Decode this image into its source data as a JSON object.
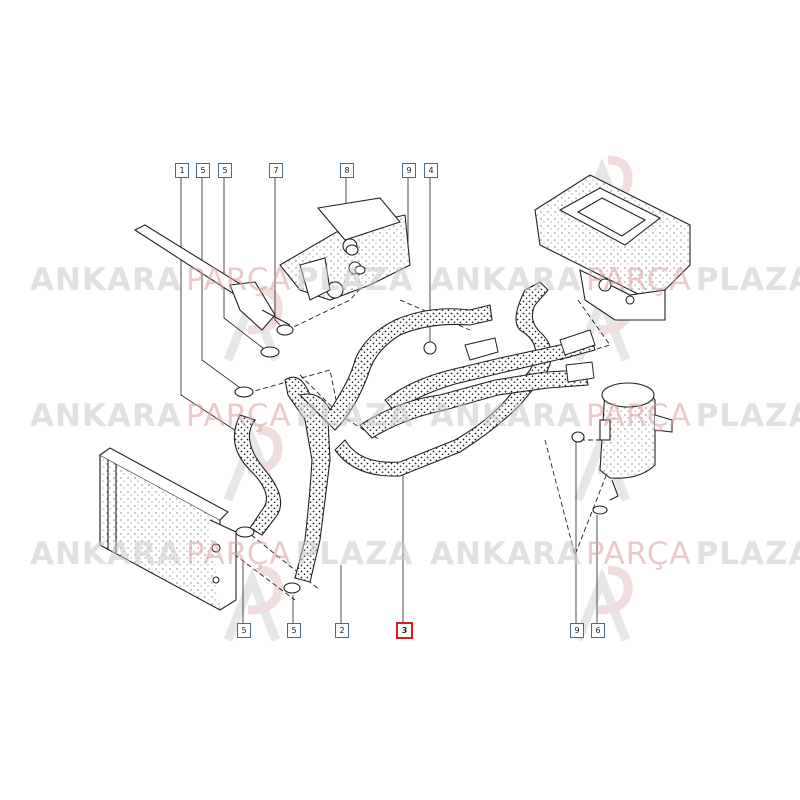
{
  "watermark": {
    "left": "ANKARA",
    "middle": "PARÇA",
    "right": "PLAZA",
    "brand_color": "#d9a0a0"
  },
  "callouts": {
    "top": [
      "1",
      "5",
      "5",
      "7",
      "8",
      "9",
      "4"
    ],
    "bottom": [
      "5",
      "5",
      "2",
      "3",
      "9",
      "6"
    ],
    "highlighted": "3",
    "highlight_color": "#d02020"
  }
}
